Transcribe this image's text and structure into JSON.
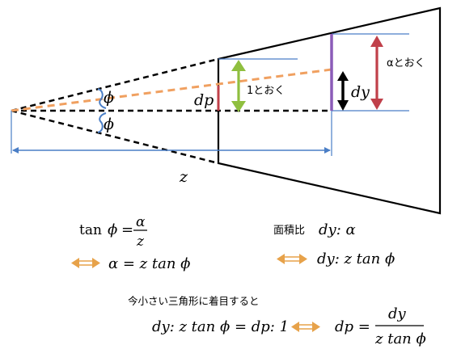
{
  "diagram": {
    "labels": {
      "phi_upper": "ϕ",
      "phi_lower": "ϕ",
      "z": "z",
      "dp": "dp",
      "one_label": "1とおく",
      "dy": "dy",
      "alpha_label": "αとおく"
    },
    "colors": {
      "frustum_outline": "#000000",
      "center_axis": "#000000",
      "orange_ray": "#f0a060",
      "dimension_blue": "#4a7ec6",
      "green_arrow": "#8fbf3f",
      "purple_bar": "#8b5cb8",
      "red_arrow": "#c0404a",
      "red_small": "#c0404a",
      "brace_blue": "#4a7ec6",
      "equiv_arrow": "#e7a24a"
    }
  },
  "equations": {
    "eq1": {
      "tan": "tan",
      "phi": "ϕ",
      "equals": "=",
      "numerator": "α",
      "denominator": "z"
    },
    "eq2": "α = z tan ϕ",
    "area_ratio": {
      "label": "面積比",
      "expr": "dy: α"
    },
    "eq3": "dy: z tan ϕ",
    "triangle_note": "今小さい三角形に着目すると",
    "eq4_left": "dy: z tan ϕ = dp: 1",
    "eq4_right": {
      "lhs": "dp =",
      "numerator": "dy",
      "denominator": "z tan ϕ"
    }
  }
}
